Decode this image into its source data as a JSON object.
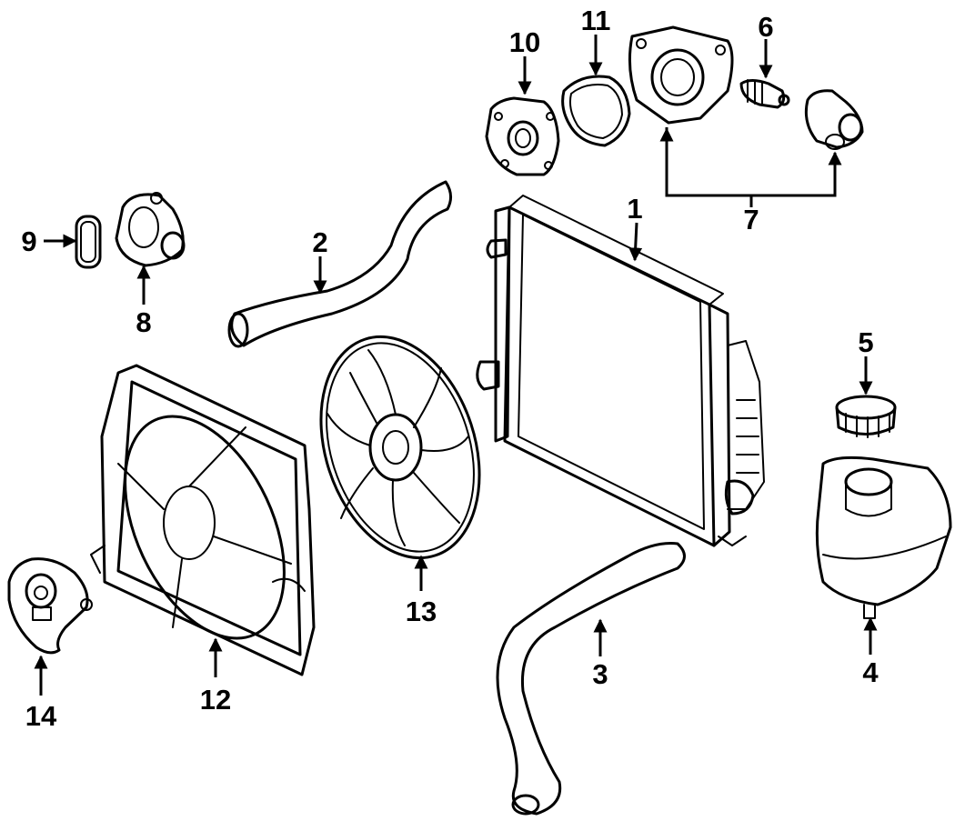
{
  "diagram": {
    "type": "exploded-parts-diagram",
    "callouts": [
      {
        "id": "callout-1",
        "label": "1"
      },
      {
        "id": "callout-2",
        "label": "2"
      },
      {
        "id": "callout-3",
        "label": "3"
      },
      {
        "id": "callout-4",
        "label": "4"
      },
      {
        "id": "callout-5",
        "label": "5"
      },
      {
        "id": "callout-6",
        "label": "6"
      },
      {
        "id": "callout-7",
        "label": "7"
      },
      {
        "id": "callout-8",
        "label": "8"
      },
      {
        "id": "callout-9",
        "label": "9"
      },
      {
        "id": "callout-10",
        "label": "10"
      },
      {
        "id": "callout-11",
        "label": "11"
      },
      {
        "id": "callout-12",
        "label": "12"
      },
      {
        "id": "callout-13",
        "label": "13"
      },
      {
        "id": "callout-14",
        "label": "14"
      }
    ],
    "line_color": "#000000",
    "background": "#ffffff"
  }
}
